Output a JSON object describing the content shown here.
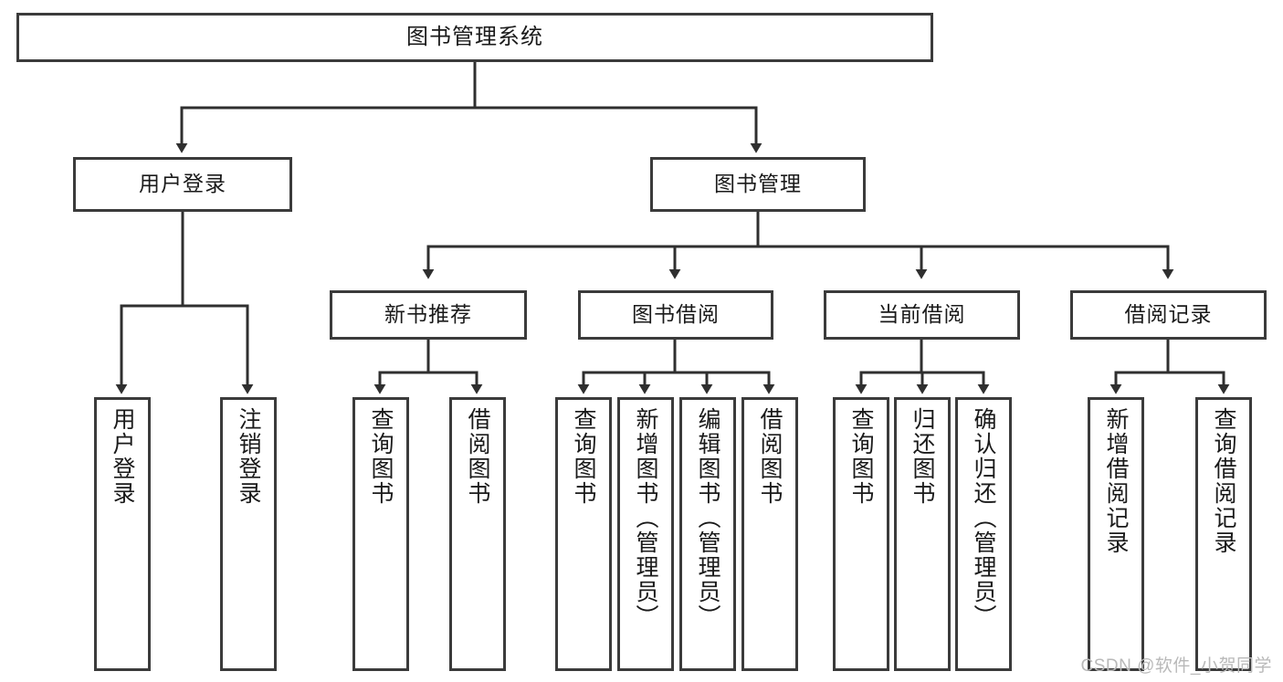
{
  "diagram": {
    "title": "图书管理系统",
    "type": "tree-hierarchy-diagram",
    "colors": {
      "box_border": "#3b3b3b",
      "box_fill": "#ffffff",
      "connector": "#2f2f2f",
      "text": "#1a1a1a",
      "watermark": "#b9b9b9",
      "background": "#ffffff"
    },
    "levels": {
      "root": {
        "label": "图书管理系统"
      },
      "level2": [
        {
          "label": "用户登录"
        },
        {
          "label": "图书管理"
        }
      ],
      "level3": [
        {
          "label": "新书推荐"
        },
        {
          "label": "图书借阅"
        },
        {
          "label": "当前借阅"
        },
        {
          "label": "借阅记录"
        }
      ],
      "leaves_user_login": [
        {
          "label": "用户登录"
        },
        {
          "label": "注销登录"
        }
      ],
      "leaves_new_book": [
        {
          "label": "查询图书"
        },
        {
          "label": "借阅图书"
        }
      ],
      "leaves_borrow": [
        {
          "label": "查询图书"
        },
        {
          "label": "新增图书（管理员）"
        },
        {
          "label": "编辑图书（管理员）"
        },
        {
          "label": "借阅图书"
        }
      ],
      "leaves_current": [
        {
          "label": "查询图书"
        },
        {
          "label": "归还图书"
        },
        {
          "label": "确认归还（管理员）"
        }
      ],
      "leaves_record": [
        {
          "label": "新增借阅记录"
        },
        {
          "label": "查询借阅记录"
        }
      ]
    }
  },
  "watermark": {
    "text": "CSDN @软件_小贺同学"
  }
}
